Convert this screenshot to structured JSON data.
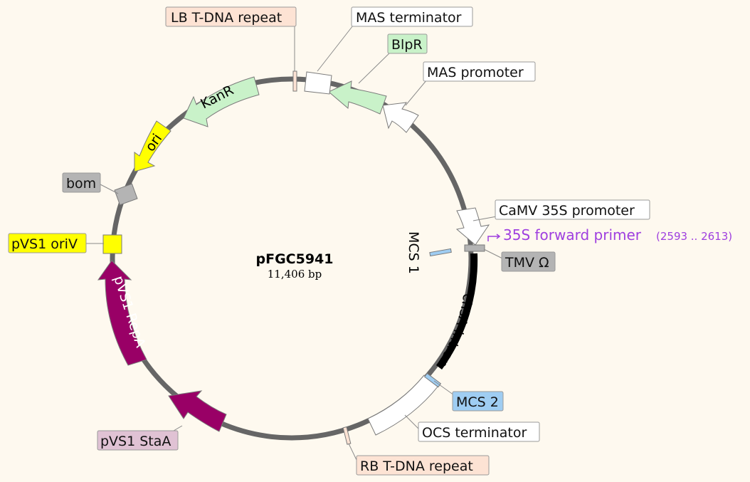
{
  "plasmid": {
    "name": "pFGC5941",
    "size": "11,406 bp"
  },
  "labels": {
    "lb_repeat": "LB T-DNA repeat",
    "mas_terminator": "MAS terminator",
    "blpr": "BlpR",
    "mas_promoter": "MAS promoter",
    "camv35s": "CaMV 35S promoter",
    "primer_name": "35S forward primer",
    "primer_range": "(2593 .. 2613)",
    "tmv": "TMV Ω",
    "mcs1": "MCS 1",
    "chsa": "chsA intron",
    "mcs2": "MCS 2",
    "ocs": "OCS terminator",
    "rb_repeat": "RB T-DNA repeat",
    "stat": "pVS1 StaA",
    "repa": "pVS1 RepA",
    "oriv": "pVS1 oriV",
    "bom": "bom",
    "ori": "ori",
    "kanr": "KanR"
  },
  "colors": {
    "background": "#fef9ef",
    "backbone": "#666666",
    "white_feature": "#ffffff",
    "kanr": "#c9f2c9",
    "ori": "#ffff00",
    "bom": "#b4b4b4",
    "oriv": "#ffff00",
    "repa": "#990066",
    "t_dna_repeat": "#fde3d4",
    "mcs": "#9fcdf2",
    "intron": "#000000",
    "primer": "#9f3fdf",
    "tmv": "#b4b4b4",
    "stat_label": "#e0c2d4"
  }
}
